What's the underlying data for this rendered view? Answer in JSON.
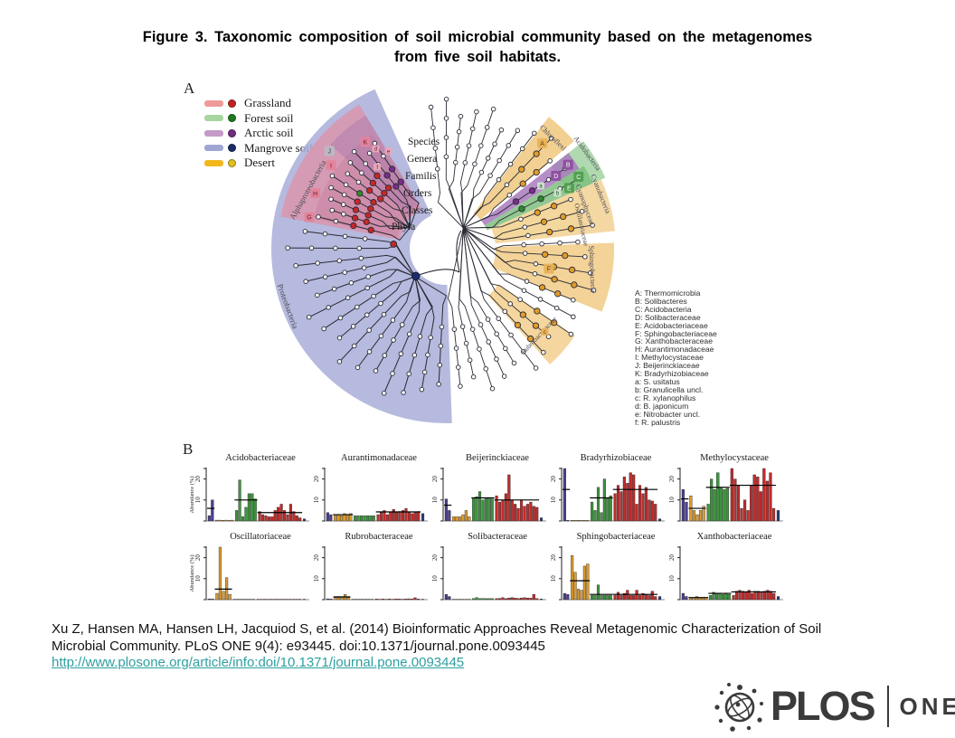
{
  "title": {
    "line1": "Figure 3. Taxonomic composition of soil microbial community based on the metagenomes",
    "line2": "from five soil habitats."
  },
  "colors": {
    "grassland": "#c02c2c",
    "forest": "#3f9440",
    "arctic": "#4a3f8f",
    "mangrove": "#283a77",
    "desert": "#dd9b2d",
    "sector_blue": "#a9aed8",
    "sector_pink": "#d898b0",
    "sector_orange": "#f0c87e",
    "sector_purple": "#a879bd",
    "sector_green": "#7fbf7f",
    "link": "#2e9fa0"
  },
  "panelA": {
    "label": "A",
    "legend": [
      {
        "label": "Grassland",
        "swatch": "#ef9a9a",
        "dot": "#c32222"
      },
      {
        "label": "Forest soil",
        "swatch": "#a8d6a0",
        "dot": "#1d7a1d"
      },
      {
        "label": "Arctic soil",
        "swatch": "#c49ac9",
        "dot": "#722d7d"
      },
      {
        "label": "Mangrove soil",
        "swatch": "#9fa6d2",
        "dot": "#1c2d6b"
      },
      {
        "label": "Desert",
        "swatch": "#f3b71e",
        "dot": "#e0c020"
      }
    ],
    "levels": [
      "Species",
      "Genera",
      "Familis",
      "Orders",
      "Classes",
      "Phyla"
    ],
    "sectors": {
      "proteobacteria": "Proteobacteria",
      "alphaproteobacteria": "Alphaproteobacteria",
      "chloroflexi": "Chloroflexi",
      "acidobacteria": "Acidobacteria",
      "cyanobacteria": "Cyanobacteria",
      "cyanophyceae": "Cyanophyceae",
      "oscillatoriaceae": "Oscillatoriaceae",
      "sphingobacteria": "Sphingobacteria",
      "rubrobacteraceae": "Rubrobacteraceae"
    },
    "chips": [
      "A",
      "B",
      "C",
      "D",
      "E",
      "F",
      "G",
      "H",
      "I",
      "J",
      "K",
      "a",
      "b",
      "c",
      "d",
      "e",
      "f"
    ],
    "key": [
      "A: Thermomicrobia",
      "B: Solibacteres",
      "C: Acidobacteria",
      "D: Solibacteraceae",
      "E: Acidobacteriaceae",
      "F: Sphingobacteriaceae",
      "G: Xanthobacteraceae",
      "H: Aurantimonadaceae",
      "I: Methylocystaceae",
      "J: Beijerinckiaceae",
      "K: Bradyrhizobiaceae",
      "a: S. usitatus",
      "b: Granulicella uncl.",
      "c: R. xylanophilus",
      "d: B. japonicum",
      "e: Nitrobacter uncl.",
      "f: R. palustris"
    ]
  },
  "panelB": {
    "label": "B",
    "ylabel": "Abundance (%)",
    "yticks": [
      10,
      20
    ],
    "ylim": [
      0,
      25
    ]
  },
  "chart_data": [
    {
      "type": "bar",
      "title": "Acidobacteriaceae",
      "ylabel": "Abundance (%)",
      "ylim": [
        0,
        25
      ],
      "series": [
        {
          "name": "Arctic soil",
          "color": "arctic",
          "values": [
            2.5,
            10
          ],
          "mean": 6
        },
        {
          "name": "Desert",
          "color": "desert",
          "values": [
            0.4,
            0.4,
            0.3,
            0.4,
            0.3,
            0.4
          ]
        },
        {
          "name": "Forest soil",
          "color": "forest",
          "values": [
            5,
            19.5,
            2,
            6.5,
            13,
            13,
            10.5
          ],
          "mean": 10
        },
        {
          "name": "Grassland",
          "color": "grassland",
          "values": [
            4.5,
            3,
            2.5,
            2,
            2,
            5,
            6.5,
            8,
            5,
            3,
            8,
            4.5,
            2.5,
            1.5
          ],
          "mean": 4
        },
        {
          "name": "Mangrove soil",
          "color": "mangrove",
          "values": [
            1
          ]
        }
      ]
    },
    {
      "type": "bar",
      "title": "Aurantimonadaceae",
      "ylim": [
        0,
        25
      ],
      "series": [
        {
          "name": "Arctic soil",
          "color": "arctic",
          "values": [
            4,
            3
          ]
        },
        {
          "name": "Desert",
          "color": "desert",
          "values": [
            3,
            3,
            2.5,
            3.5,
            3,
            3.5
          ],
          "mean": 3
        },
        {
          "name": "Forest soil",
          "color": "forest",
          "values": [
            2.5,
            2.5,
            2.5,
            2.5,
            2.5,
            2.5,
            2.5
          ]
        },
        {
          "name": "Grassland",
          "color": "grassland",
          "values": [
            3,
            4,
            5,
            3,
            4,
            5.5,
            4,
            4.5,
            5,
            6,
            4,
            3.5,
            4,
            4.5
          ],
          "mean": 4.3
        },
        {
          "name": "Mangrove soil",
          "color": "mangrove",
          "values": [
            3.5
          ]
        }
      ]
    },
    {
      "type": "bar",
      "title": "Beijerinckiaceae",
      "ylim": [
        0,
        25
      ],
      "series": [
        {
          "name": "Arctic soil",
          "color": "arctic",
          "values": [
            10.5,
            5
          ],
          "mean": 7.5
        },
        {
          "name": "Desert",
          "color": "desert",
          "values": [
            2,
            2,
            2,
            3,
            5,
            2
          ]
        },
        {
          "name": "Forest soil",
          "color": "forest",
          "values": [
            11,
            11.5,
            14,
            10,
            11,
            11,
            10.5
          ],
          "mean": 11
        },
        {
          "name": "Grassland",
          "color": "grassland",
          "values": [
            12,
            9,
            10,
            13,
            22,
            10,
            8,
            6,
            10,
            7,
            8,
            9,
            7,
            6.5
          ],
          "mean": 10
        },
        {
          "name": "Mangrove soil",
          "color": "mangrove",
          "values": [
            1.5
          ]
        }
      ]
    },
    {
      "type": "bar",
      "title": "Bradyrhizobiaceae",
      "ylim": [
        0,
        25
      ],
      "series": [
        {
          "name": "Arctic soil",
          "color": "arctic",
          "values": [
            30,
            0.3
          ],
          "mean": 15
        },
        {
          "name": "Desert",
          "color": "desert",
          "values": [
            0.3,
            0.3,
            0.3,
            0.3,
            0.3,
            0.3
          ]
        },
        {
          "name": "Forest soil",
          "color": "forest",
          "values": [
            9,
            5,
            16,
            4,
            20,
            11,
            12
          ],
          "mean": 11
        },
        {
          "name": "Grassland",
          "color": "grassland",
          "values": [
            13,
            17,
            14,
            21,
            18,
            23,
            22,
            8,
            17,
            13,
            16,
            10,
            9.5,
            8
          ],
          "mean": 15
        },
        {
          "name": "Mangrove soil",
          "color": "mangrove",
          "values": [
            1
          ]
        }
      ]
    },
    {
      "type": "bar",
      "title": "Methylocystaceae",
      "ylim": [
        0,
        25
      ],
      "series": [
        {
          "name": "Arctic soil",
          "color": "arctic",
          "values": [
            15,
            9
          ],
          "mean": 10.5
        },
        {
          "name": "Desert",
          "color": "desert",
          "values": [
            12,
            5,
            3,
            5,
            7
          ],
          "mean": 6
        },
        {
          "name": "Forest soil",
          "color": "forest",
          "values": [
            8,
            20,
            15,
            23,
            16,
            15,
            15.5
          ],
          "mean": 16
        },
        {
          "name": "Grassland",
          "color": "grassland",
          "values": [
            28,
            20,
            17,
            6,
            10,
            5,
            17,
            22,
            21,
            14,
            25,
            19,
            23,
            6
          ],
          "mean": 17
        },
        {
          "name": "Mangrove soil",
          "color": "mangrove",
          "values": [
            5
          ]
        }
      ]
    },
    {
      "type": "bar",
      "title": "Oscillatoriaceae",
      "ylabel": "Abundance (%)",
      "ylim": [
        0,
        25
      ],
      "series": [
        {
          "name": "Arctic soil",
          "color": "arctic",
          "values": [
            0.3,
            0.3
          ]
        },
        {
          "name": "Desert",
          "color": "desert",
          "values": [
            3,
            25.5,
            4,
            10.5,
            2.5
          ],
          "mean": 5
        },
        {
          "name": "Forest soil",
          "color": "forest",
          "values": [
            0.2,
            0.2,
            0.2,
            0.2,
            0.2,
            0.2,
            0.2
          ]
        },
        {
          "name": "Grassland",
          "color": "grassland",
          "values": [
            0.2,
            0.2,
            0.2,
            0.2,
            0.2,
            0.2,
            0.2,
            0.2,
            0.2,
            0.2,
            0.2,
            0.2,
            0.2,
            0.2
          ]
        },
        {
          "name": "Mangrove soil",
          "color": "mangrove",
          "values": [
            0.2
          ]
        }
      ]
    },
    {
      "type": "bar",
      "title": "Rubrobacteraceae",
      "ylim": [
        0,
        25
      ],
      "series": [
        {
          "name": "Arctic soil",
          "color": "arctic",
          "values": [
            0.4,
            0.3
          ]
        },
        {
          "name": "Desert",
          "color": "desert",
          "values": [
            1,
            1.5,
            1,
            2.5,
            1
          ],
          "mean": 1.3
        },
        {
          "name": "Forest soil",
          "color": "forest",
          "values": [
            0.2,
            0.2,
            0.2,
            0.2,
            0.2,
            0.2,
            0.2
          ]
        },
        {
          "name": "Grassland",
          "color": "grassland",
          "values": [
            0.3,
            0.2,
            0.3,
            0.2,
            0.3,
            0.2,
            0.3,
            0.3,
            0.2,
            0.3,
            0.4,
            0.3,
            0.9,
            0.3
          ]
        },
        {
          "name": "Mangrove soil",
          "color": "mangrove",
          "values": [
            0.2
          ]
        }
      ]
    },
    {
      "type": "bar",
      "title": "Solibacteraceae",
      "ylim": [
        0,
        25
      ],
      "series": [
        {
          "name": "Arctic soil",
          "color": "arctic",
          "values": [
            2.5,
            1.5
          ]
        },
        {
          "name": "Desert",
          "color": "desert",
          "values": [
            0.2,
            0.2,
            0.2,
            0.2,
            0.2,
            0.2
          ]
        },
        {
          "name": "Forest soil",
          "color": "forest",
          "values": [
            0.5,
            1,
            0.5,
            0.6,
            0.5,
            0.5,
            0.5
          ]
        },
        {
          "name": "Grassland",
          "color": "grassland",
          "values": [
            0.5,
            0.6,
            1,
            0.5,
            0.8,
            1,
            0.7,
            0.6,
            0.8,
            1,
            0.8,
            0.7,
            2.5,
            0.5
          ]
        },
        {
          "name": "Mangrove soil",
          "color": "mangrove",
          "values": [
            0.3
          ]
        }
      ]
    },
    {
      "type": "bar",
      "title": "Sphingobacteriaceae",
      "ylim": [
        0,
        25
      ],
      "series": [
        {
          "name": "Arctic soil",
          "color": "arctic",
          "values": [
            3,
            2.5
          ]
        },
        {
          "name": "Desert",
          "color": "desert",
          "values": [
            21,
            13,
            5,
            4.5,
            16,
            17
          ],
          "mean": 9
        },
        {
          "name": "Forest soil",
          "color": "forest",
          "values": [
            2,
            2,
            7,
            2,
            2,
            2,
            2
          ],
          "mean": 2.5
        },
        {
          "name": "Grassland",
          "color": "grassland",
          "values": [
            2,
            3.5,
            2,
            3,
            4.5,
            2,
            2,
            4.5,
            2,
            3,
            2.5,
            2,
            4,
            1.5
          ],
          "mean": 2.5
        },
        {
          "name": "Mangrove soil",
          "color": "mangrove",
          "values": [
            1.5
          ]
        }
      ]
    },
    {
      "type": "bar",
      "title": "Xanthobacteriaceae",
      "ylim": [
        0,
        25
      ],
      "series": [
        {
          "name": "Arctic soil",
          "color": "arctic",
          "values": [
            3,
            1.5
          ]
        },
        {
          "name": "Desert",
          "color": "desert",
          "values": [
            1,
            1,
            1.5,
            0.8,
            1,
            1
          ],
          "mean": 1
        },
        {
          "name": "Forest soil",
          "color": "forest",
          "values": [
            2,
            3.5,
            3,
            3,
            2.5,
            3,
            2.5
          ],
          "mean": 3
        },
        {
          "name": "Grassland",
          "color": "grassland",
          "values": [
            2,
            4,
            4.5,
            4,
            3.5,
            4.5,
            3,
            4,
            4,
            3.5,
            4,
            4.5,
            4,
            3
          ],
          "mean": 3.7
        },
        {
          "name": "Mangrove soil",
          "color": "mangrove",
          "values": [
            1.5
          ]
        }
      ]
    }
  ],
  "citation": {
    "line1": "Xu Z, Hansen MA, Hansen LH, Jacquiod S, et al. (2014) Bioinformatic Approaches Reveal Metagenomic Characterization of Soil",
    "line2": "Microbial Community.  PLoS ONE 9(4): e93445. doi:10.1371/journal.pone.0093445",
    "link": "http://www.plosone.org/article/info:doi/10.1371/journal.pone.0093445"
  },
  "logo": {
    "plos": "PLOS",
    "one": "ONE"
  }
}
